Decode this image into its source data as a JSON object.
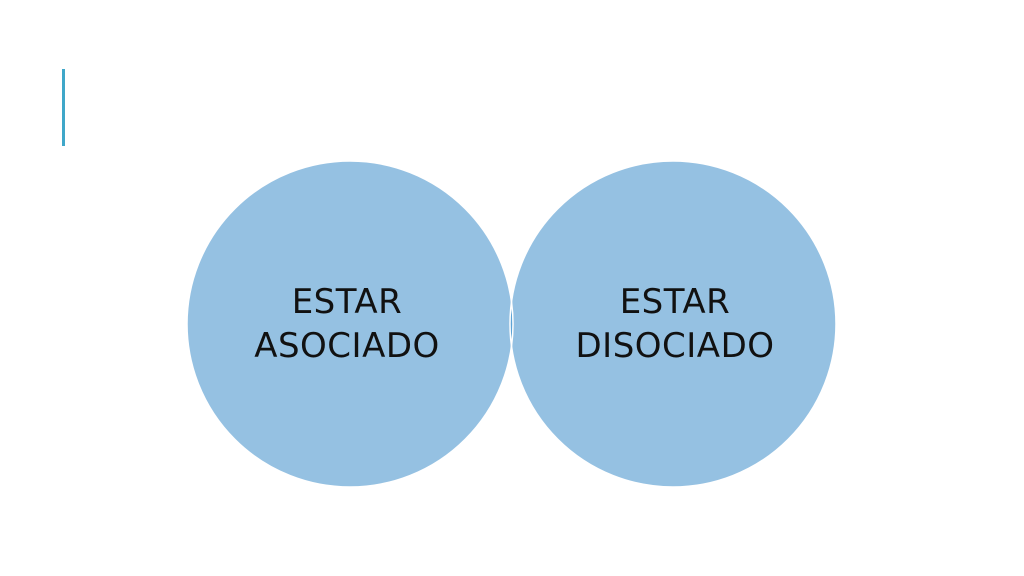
{
  "slide": {
    "accent_color": "#3fa7c9"
  },
  "venn": {
    "circle_color": "#95c1e2",
    "overlap_color": "#5ea4d6",
    "outline_color": "#ffffff",
    "sets": [
      {
        "line1": "ESTAR",
        "line2": "ASOCIADO"
      },
      {
        "line1": "ESTAR",
        "line2": "DISOCIADO"
      }
    ]
  }
}
